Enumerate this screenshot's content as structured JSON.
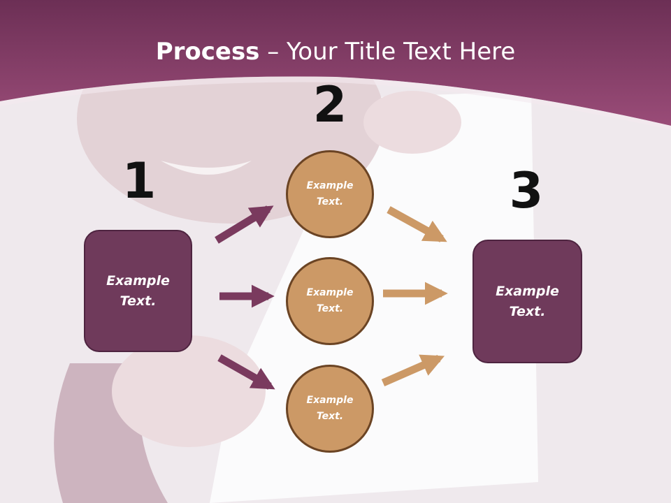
{
  "title": {
    "bold": "Process",
    "rest": " – Your Title Text Here"
  },
  "numbers": {
    "n1": "1",
    "n2": "2",
    "n3": "3"
  },
  "nodes": {
    "left": "Example\nText.",
    "top": "Example\nText.",
    "middle": "Example\nText.",
    "bottom": "Example\nText.",
    "right": "Example\nText."
  },
  "colors": {
    "header": "#8a4269",
    "box_fill": "#6f3a5b",
    "circle_fill": "#cc9966",
    "arrow_left": "#7a3a5e",
    "arrow_right": "#cc9966"
  }
}
